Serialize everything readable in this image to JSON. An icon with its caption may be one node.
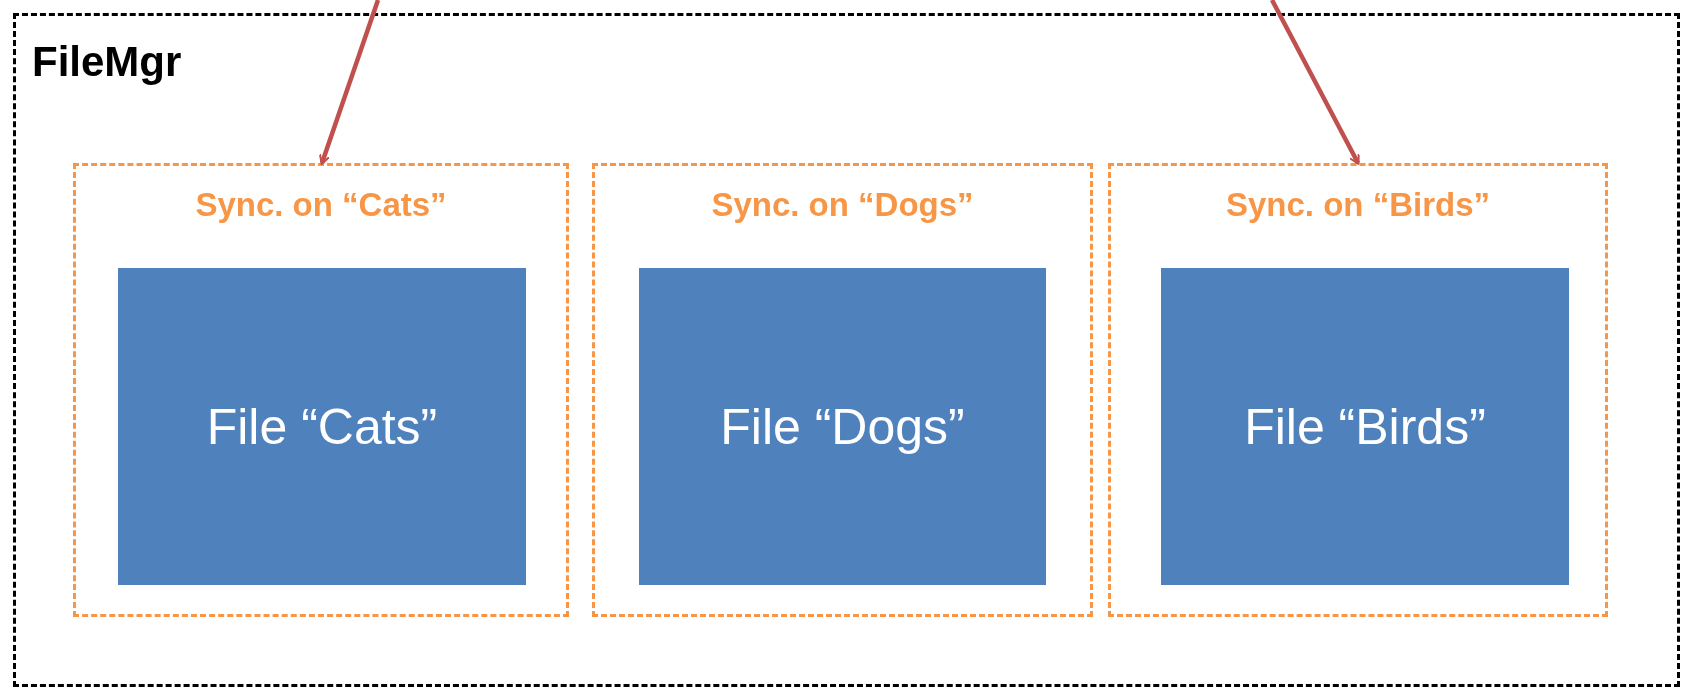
{
  "diagram": {
    "nodes": [
      {
        "text": [
          "FileMgr"
        ]
      },
      {
        "text": [
          "Sync. on “Cats”"
        ],
        "in": 0
      },
      {
        "text": [
          "File “Cats”"
        ],
        "in": 1
      },
      {
        "text": [
          "Sync. on “Dogs”"
        ],
        "in": 0
      },
      {
        "text": [
          "File “Dogs”"
        ],
        "in": 3
      },
      {
        "text": [
          "Sync. on “Birds”"
        ],
        "in": 0
      },
      {
        "text": [
          "File “Birds”"
        ],
        "in": 5
      }
    ],
    "edges": [
      {
        "from": null,
        "to": 1,
        "arrow": "to"
      },
      {
        "from": null,
        "to": 5,
        "arrow": "to"
      }
    ]
  }
}
